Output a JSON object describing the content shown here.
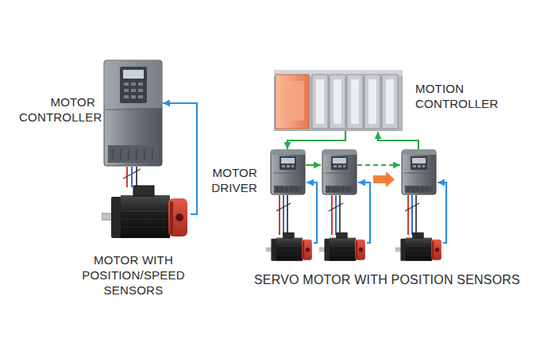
{
  "diagram": {
    "nodes": [
      {
        "text": [
          "MOTOR CONTROLLER"
        ]
      },
      {
        "text": [
          "MOTOR WITH POSITION/SPEED SENSORS"
        ]
      },
      {
        "text": [
          "MOTION CONTROLLER"
        ]
      },
      {
        "text": [
          "MOTOR DRIVER"
        ]
      }
    ],
    "edges": [
      {
        "from": 0,
        "to": 1,
        "arrow": "none"
      },
      {
        "from": 1,
        "to": 0,
        "arrow": "to"
      },
      {
        "from": 2,
        "to": 3,
        "arrow": "to"
      }
    ],
    "labels": [
      "SERVO MOTOR WITH POSITION SENSORS"
    ]
  }
}
